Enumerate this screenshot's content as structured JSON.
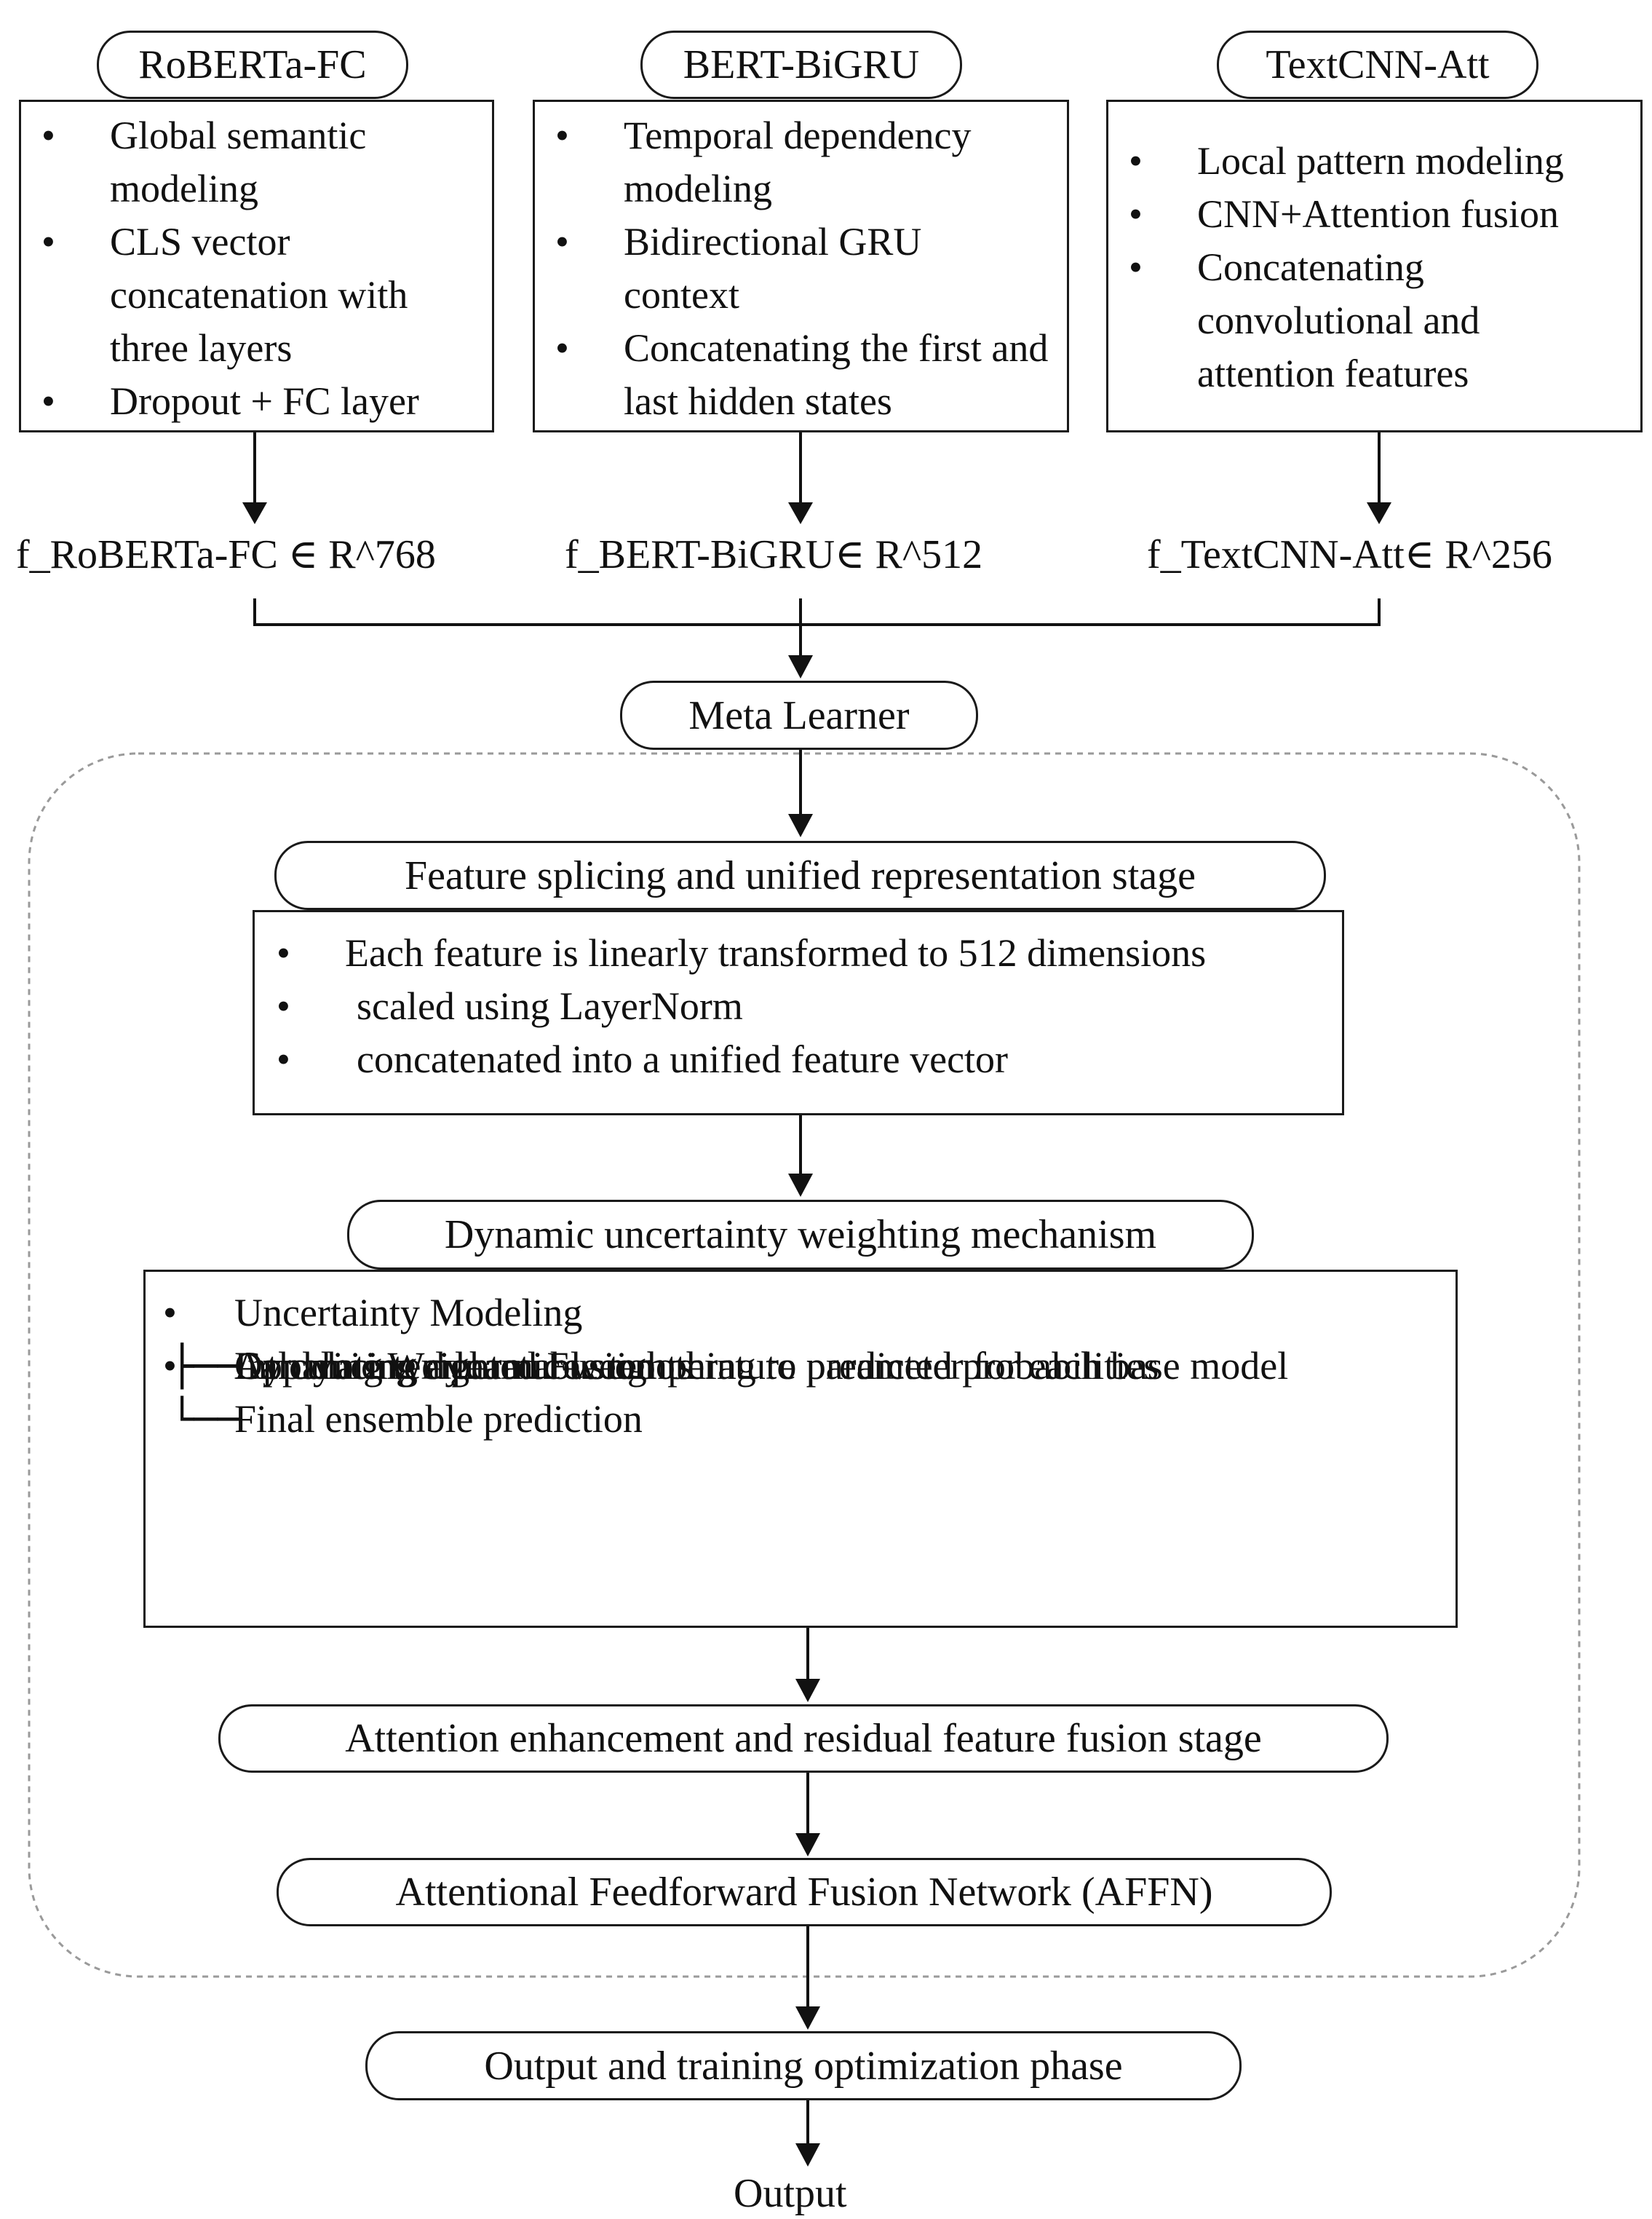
{
  "base_models": [
    {
      "title": "RoBERTa-FC",
      "bullets": [
        "Global semantic modeling",
        "CLS vector concatenation with three layers",
        "Dropout + FC layer"
      ],
      "feature": "f_RoBERTa-FC ∈ R^768"
    },
    {
      "title": "BERT-BiGRU",
      "bullets": [
        "Temporal dependency modeling",
        "Bidirectional GRU context",
        "Concatenating the first and last hidden states"
      ],
      "feature": "f_BERT-BiGRU∈ R^512"
    },
    {
      "title": "TextCNN-Att",
      "bullets": [
        "Local pattern modeling",
        "CNN+Attention fusion",
        "Concatenating convolutional and attention features"
      ],
      "feature": "f_TextCNN-Att∈ R^256"
    }
  ],
  "meta_learner": "Meta Learner",
  "feature_stage": {
    "title": "Feature splicing and unified representation stage",
    "bullets": [
      "Each feature is linearly transformed to 512 dimensions",
      "scaled using LayerNorm",
      "concatenated into a unified feature vector"
    ]
  },
  "uncertainty_stage": {
    "title": "Dynamic uncertainty weighting mechanism",
    "groups": [
      {
        "label": "Uncertainty Modeling",
        "children": [
          "Introducing a learnable temperature parameter for each base model",
          "Applying temperature smoothing to predicted probabilities",
          "Calculating dynamic weights"
        ]
      },
      {
        "label": "Dynamic Weighted Fusion",
        "children": [
          "Final ensemble prediction"
        ]
      }
    ]
  },
  "attention_stage": "Attention enhancement and residual feature fusion stage",
  "affn_stage": "Attentional Feedforward Fusion Network (AFFN)",
  "output_stage": "Output and training optimization phase",
  "output_label": "Output",
  "bullet_char": "•",
  "tree": {
    "branch": "├──",
    "end": "└──"
  }
}
